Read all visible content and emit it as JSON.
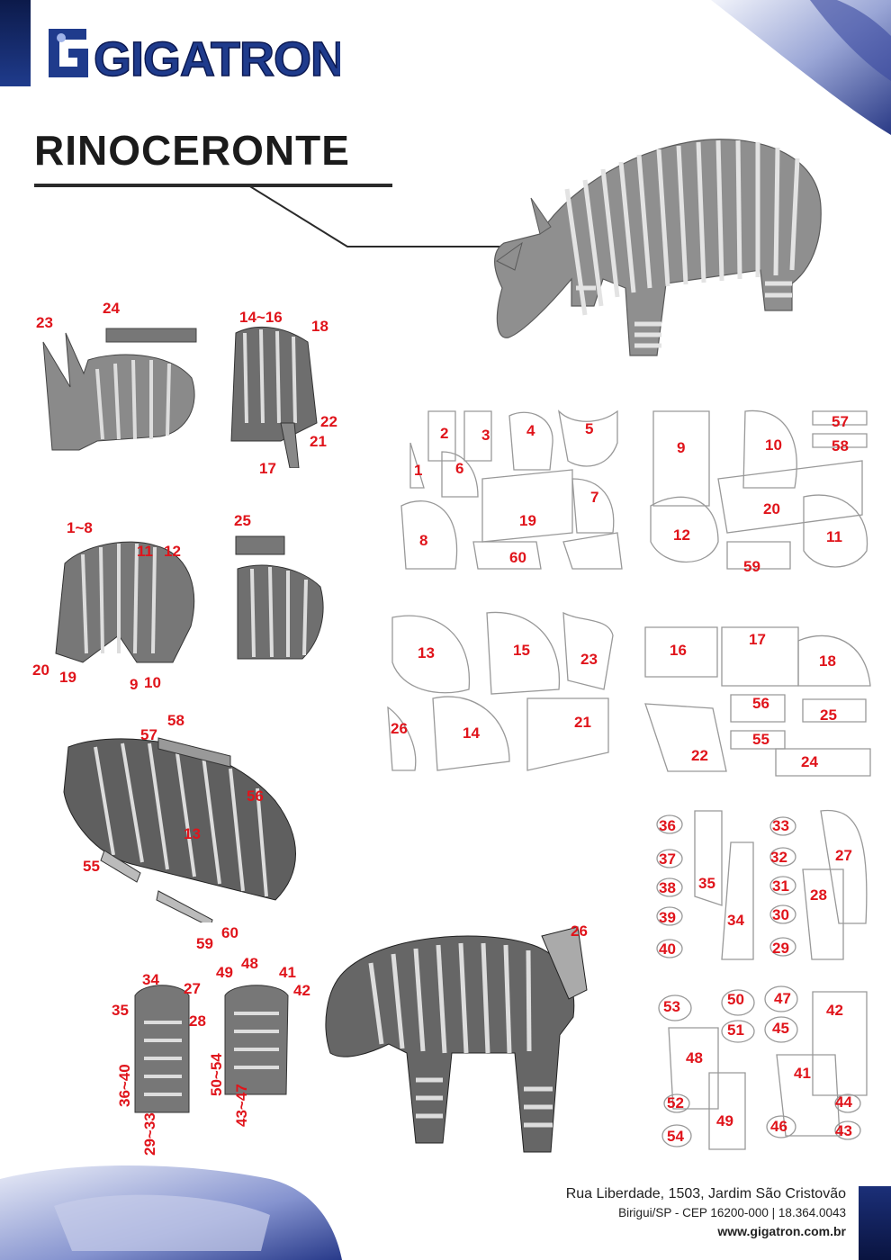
{
  "brand": {
    "name": "GIGATRON",
    "logo_icon": "gigatron-logo"
  },
  "title": "RINOCERONTE",
  "assembly_labels": {
    "g1": [
      "23",
      "24"
    ],
    "g2": [
      "14~16",
      "18",
      "22",
      "21",
      "17"
    ],
    "g3": [
      "1~8",
      "11",
      "12",
      "20",
      "19",
      "9",
      "10"
    ],
    "g4": [
      "25"
    ],
    "g5": [
      "57",
      "58",
      "56",
      "13",
      "55",
      "59",
      "60"
    ],
    "g6": [
      "34",
      "27",
      "35",
      "28",
      "36~40",
      "29~33",
      "49",
      "48",
      "41",
      "42",
      "50~54",
      "43~47"
    ],
    "g7": [
      "26"
    ]
  },
  "sheets": {
    "sheet1": [
      "2",
      "3",
      "4",
      "5",
      "1",
      "6",
      "19",
      "7",
      "8",
      "60"
    ],
    "sheet2": [
      "57",
      "58",
      "9",
      "10",
      "20",
      "12",
      "11",
      "59"
    ],
    "sheet3": [
      "13",
      "15",
      "23",
      "26",
      "14",
      "21"
    ],
    "sheet4": [
      "16",
      "17",
      "18",
      "56",
      "25",
      "55",
      "22",
      "24"
    ],
    "sheet5": [
      "36",
      "33",
      "27",
      "37",
      "35",
      "32",
      "38",
      "31",
      "28",
      "39",
      "34",
      "30",
      "40",
      "29"
    ],
    "sheet6": [
      "53",
      "50",
      "47",
      "42",
      "51",
      "45",
      "48",
      "41",
      "52",
      "44",
      "49",
      "54",
      "46",
      "43"
    ]
  },
  "contact": {
    "address": "Rua Liberdade, 1503, Jardim São Cristovão",
    "city": "Birigui/SP - CEP 16200-000  |  18.364.0043",
    "website": "www.gigatron.com.br"
  },
  "colors": {
    "label_red": "#e0141b",
    "brand_blue": "#1f3b8c",
    "piece_gray": "#9a9a9a"
  }
}
